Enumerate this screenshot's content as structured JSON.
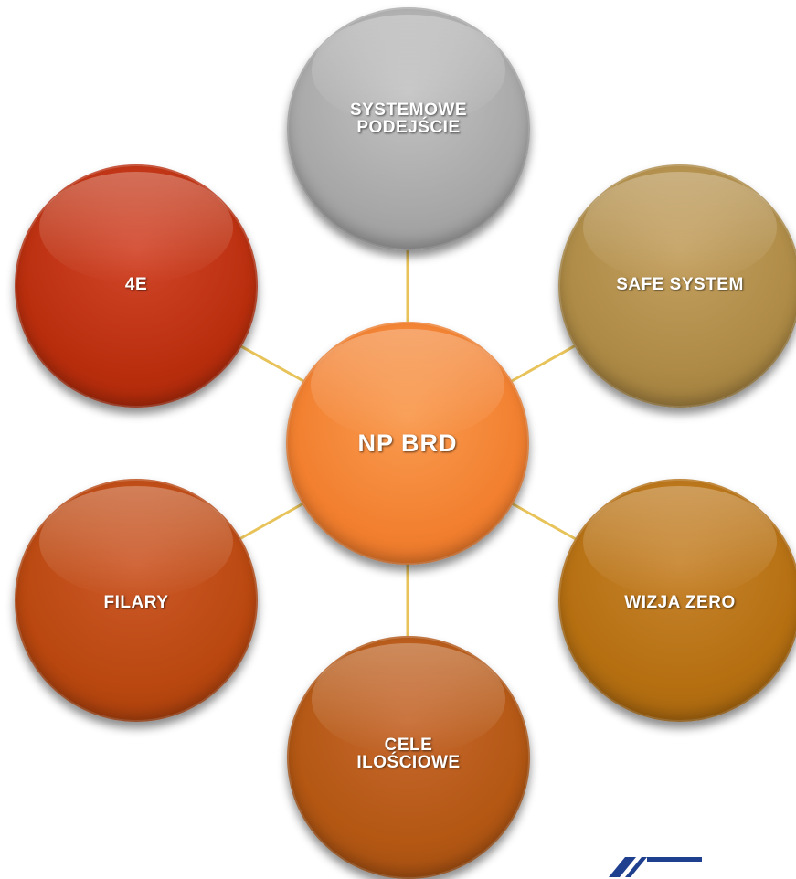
{
  "diagram": {
    "center": {
      "text": "NP BRD"
    },
    "nodes": {
      "top": {
        "line1": "SYSTEMOWE",
        "line2": "PODEJŚCIE"
      },
      "upper_left": {
        "text": "4E"
      },
      "upper_right": {
        "text": "SAFE SYSTEM"
      },
      "lower_left": {
        "text": "FILARY"
      },
      "lower_right": {
        "text": "WIZJA ZERO"
      },
      "bottom": {
        "line1": "CELE",
        "line2": "ILOŚCIOWE"
      }
    }
  },
  "colors": {
    "connector": "#e8c35a",
    "center": "#f28030",
    "top": "#a7a7a7",
    "upper_left": "#b92e0d",
    "upper_right": "#ad8a45",
    "lower_left": "#b9470f",
    "lower_right": "#b56f11",
    "bottom": "#b35713",
    "logo": "#1f3f8f"
  }
}
